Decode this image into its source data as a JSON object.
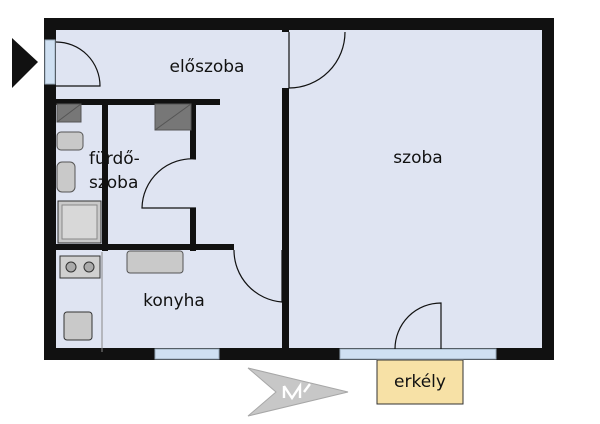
{
  "rooms": {
    "hall": "előszoba",
    "bath_line1": "fürdő-",
    "bath_line2": "szoba",
    "room": "szoba",
    "kitchen": "konyha",
    "balcony": "erkély"
  },
  "colors": {
    "wall": "#111111",
    "floor": "#dfe4f2",
    "window": "#cfe0f2",
    "balcony": "#f7e1a6",
    "fixture": "#c9c9c9",
    "entrance_arrow": "#111111",
    "north_arrow": "#bfbfbf"
  },
  "icons": {
    "entrance": "entrance-arrow-icon",
    "north": "north-arrow-icon"
  }
}
